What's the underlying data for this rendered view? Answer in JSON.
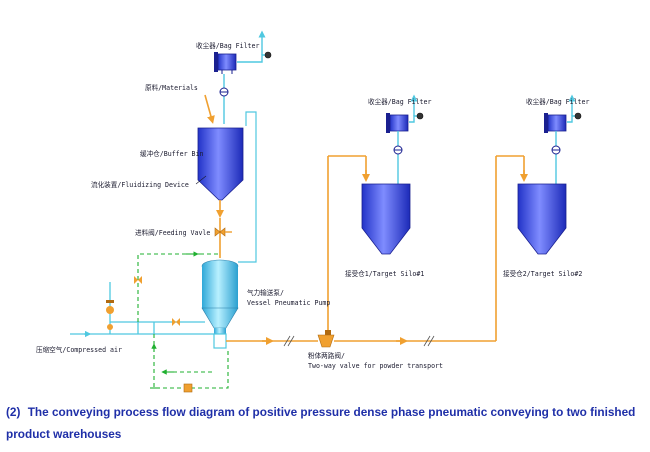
{
  "labels": {
    "bag_filter_1": "收尘器/Bag Filter",
    "bag_filter_2": "收尘器/Bag Filter",
    "bag_filter_3": "收尘器/Bag Filter",
    "materials": "原料/Materials",
    "buffer_bin": "缓冲仓/Buffer Bin",
    "fluidizing_device": "流化装置/Fluidizing Device",
    "feeding_valve": "进料阀/Feeding Vavle",
    "pump_cn": "气力输送泵/",
    "pump_en": "Vessel Pneumatic Pump",
    "compressed_air": "压缩空气/Compressed air",
    "two_way_cn": "粉体两路阀/",
    "two_way_en": "Two-way valve for powder transport",
    "silo_1": "接受仓1/Target Silo#1",
    "silo_2": "接受仓2/Target Silo#2"
  },
  "caption": {
    "number": "(2)",
    "text": "The conveying process flow diagram of positive pressure dense phase pneumatic conveying to two finished product warehouses"
  },
  "colors": {
    "vessel_blue": "#2f3fe0",
    "pump_cyan": "#4fd0f0",
    "air_line": "#4fc8e0",
    "material_line": "#f0a030",
    "valve_green": "#20b030",
    "caption": "#1f2fa8"
  }
}
